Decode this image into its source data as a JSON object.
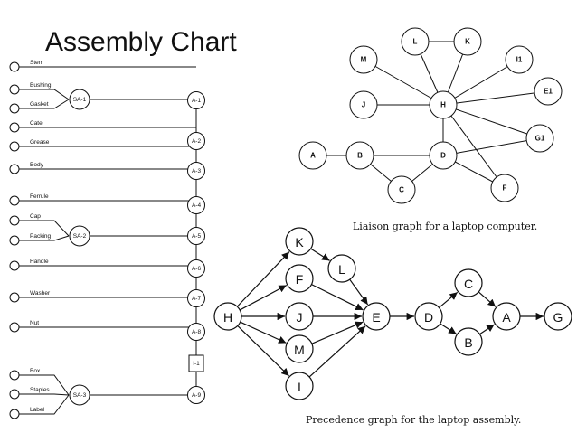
{
  "page": {
    "title": "Assembly Chart"
  },
  "assembly_chart": {
    "parts": [
      "Stem",
      "Bushing",
      "Gasket",
      "Cate",
      "Grease",
      "Body",
      "Ferrule",
      "Cap",
      "Packing",
      "Handle",
      "Washer",
      "Nut",
      "Box",
      "Staples",
      "Label"
    ],
    "subassemblies": [
      "SA-1",
      "SA-2",
      "SA-3"
    ],
    "operations": [
      "A-1",
      "A-2",
      "A-3",
      "A-4",
      "A-5",
      "A-6",
      "A-7",
      "A-8",
      "I-1",
      "A-9"
    ]
  },
  "liaison_graph": {
    "caption": "Liaison graph for a laptop computer.",
    "nodes": [
      "L",
      "K",
      "M",
      "I1",
      "E1",
      "J",
      "H",
      "G1",
      "A",
      "B",
      "D",
      "C",
      "F"
    ]
  },
  "precedence_graph": {
    "caption": "Precedence graph for the laptop assembly.",
    "nodes": [
      "K",
      "L",
      "F",
      "H",
      "J",
      "E",
      "D",
      "C",
      "A",
      "G",
      "M",
      "B",
      "I"
    ]
  },
  "colors": {
    "stroke": "#111111",
    "background": "#ffffff"
  }
}
